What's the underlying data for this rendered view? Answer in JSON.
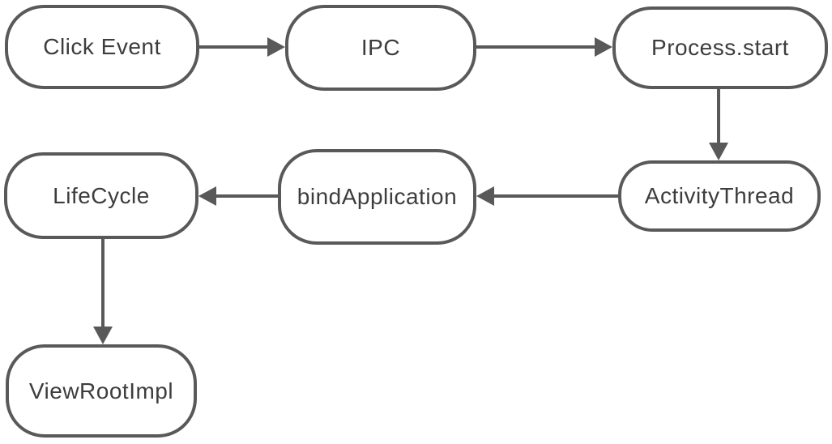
{
  "colors": {
    "stroke": "#595959",
    "text": "#3d3d3d",
    "node_fill": "#ffffff",
    "background": "#ffffff"
  },
  "nodes": [
    {
      "id": "click-event",
      "label": "Click Event"
    },
    {
      "id": "ipc",
      "label": "IPC"
    },
    {
      "id": "process-start",
      "label": "Process.start"
    },
    {
      "id": "activity-thread",
      "label": "ActivityThread"
    },
    {
      "id": "bind-application",
      "label": "bindApplication"
    },
    {
      "id": "lifecycle",
      "label": "LifeCycle"
    },
    {
      "id": "view-root-impl",
      "label": "ViewRootImpl"
    }
  ],
  "edges": [
    {
      "from": "Click Event",
      "to": "IPC",
      "direction": "right"
    },
    {
      "from": "IPC",
      "to": "Process.start",
      "direction": "right"
    },
    {
      "from": "Process.start",
      "to": "ActivityThread",
      "direction": "down"
    },
    {
      "from": "ActivityThread",
      "to": "bindApplication",
      "direction": "left"
    },
    {
      "from": "bindApplication",
      "to": "LifeCycle",
      "direction": "left"
    },
    {
      "from": "LifeCycle",
      "to": "ViewRootImpl",
      "direction": "down"
    }
  ]
}
